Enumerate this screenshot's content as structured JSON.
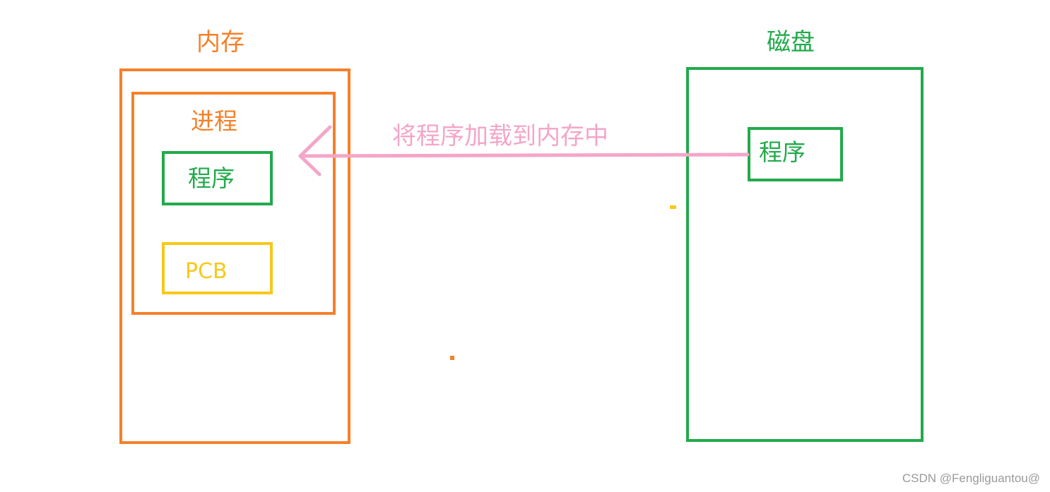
{
  "memory": {
    "title": "内存",
    "process": {
      "title": "进程",
      "program_label": "程序",
      "pcb_label": "PCB"
    }
  },
  "disk": {
    "title": "磁盘",
    "program_label": "程序"
  },
  "arrow": {
    "label": "将程序加载到内存中"
  },
  "watermark": "CSDN @Fengliguantou@",
  "colors": {
    "memory": "#f5802a",
    "disk": "#22aa4a",
    "program": "#22aa4a",
    "pcb": "#f8c81a",
    "arrow": "#f4a6c8",
    "watermark": "#9a9a9a"
  }
}
